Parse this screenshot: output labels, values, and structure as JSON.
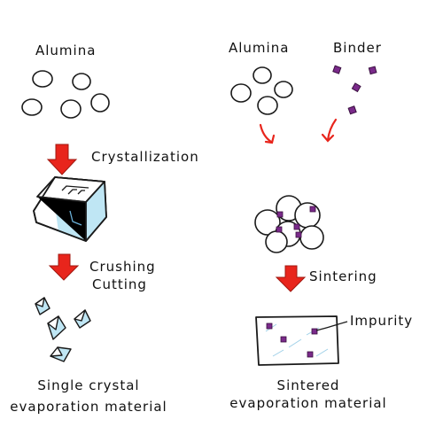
{
  "left": {
    "alumina_label": "Alumina",
    "step1_label": "Crystallization",
    "step2_label_line1": "Crushing",
    "step2_label_line2": "Cutting",
    "product_line1": "Single crystal",
    "product_line2": "evaporation material"
  },
  "right": {
    "alumina_label": "Alumina",
    "binder_label": "Binder",
    "step_label": "Sintering",
    "impurity_label": "Impurity",
    "product_line1": "Sintered",
    "product_line2": "evaporation material"
  },
  "colors": {
    "arrow": "#e8251c",
    "binder": "#7a2a8a",
    "crystal_fill": "#bfe6f4",
    "stroke": "#1a1a1a"
  }
}
